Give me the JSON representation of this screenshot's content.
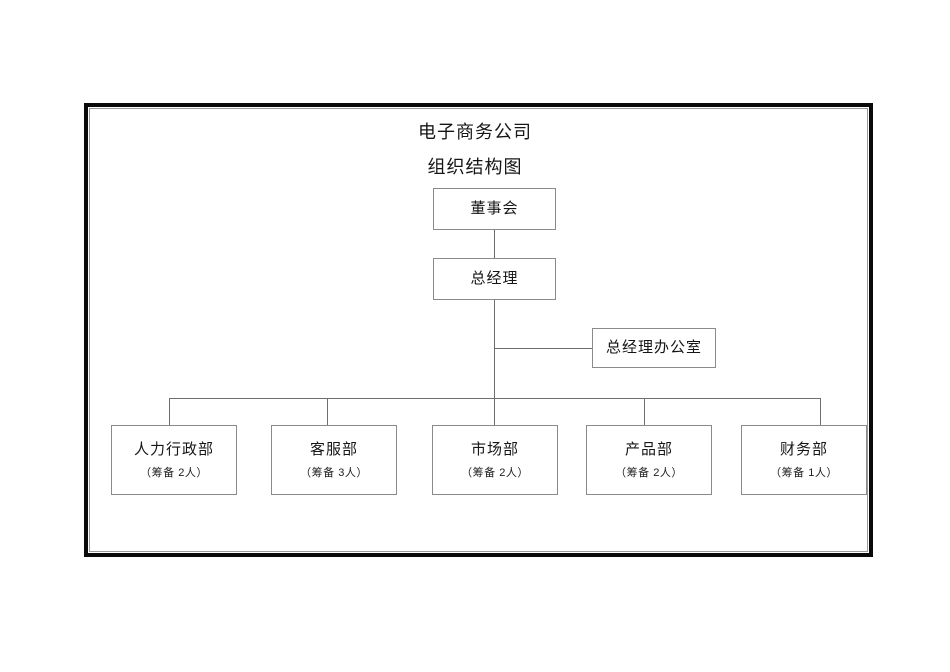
{
  "document": {
    "title_line_1": "电子商务公司",
    "title_line_2": "组织结构图"
  },
  "org_chart": {
    "type": "organization-chart",
    "orientation": "top-down",
    "nodes": {
      "board": {
        "label": "董事会",
        "level": 1
      },
      "general_manager": {
        "label": "总经理",
        "level": 2
      },
      "gm_office": {
        "label": "总经理办公室",
        "level": 3,
        "attachment": "staff"
      }
    },
    "departments": [
      {
        "label": "人力行政部",
        "note": "（筹备 2人）",
        "headcount": 2
      },
      {
        "label": "客服部",
        "note": "（筹备 3人）",
        "headcount": 3
      },
      {
        "label": "市场部",
        "note": "（筹备 2人）",
        "headcount": 2
      },
      {
        "label": "产品部",
        "note": "（筹备 2人）",
        "headcount": 2
      },
      {
        "label": "财务部",
        "note": "（筹备 1人）",
        "headcount": 1
      }
    ],
    "colors": {
      "box_border": "#8a8a8a",
      "connector": "#6e6e6e",
      "frame_outer": "#0a0a0a",
      "frame_inner": "#9a9a9a",
      "text": "#161616",
      "background": "#ffffff"
    }
  }
}
